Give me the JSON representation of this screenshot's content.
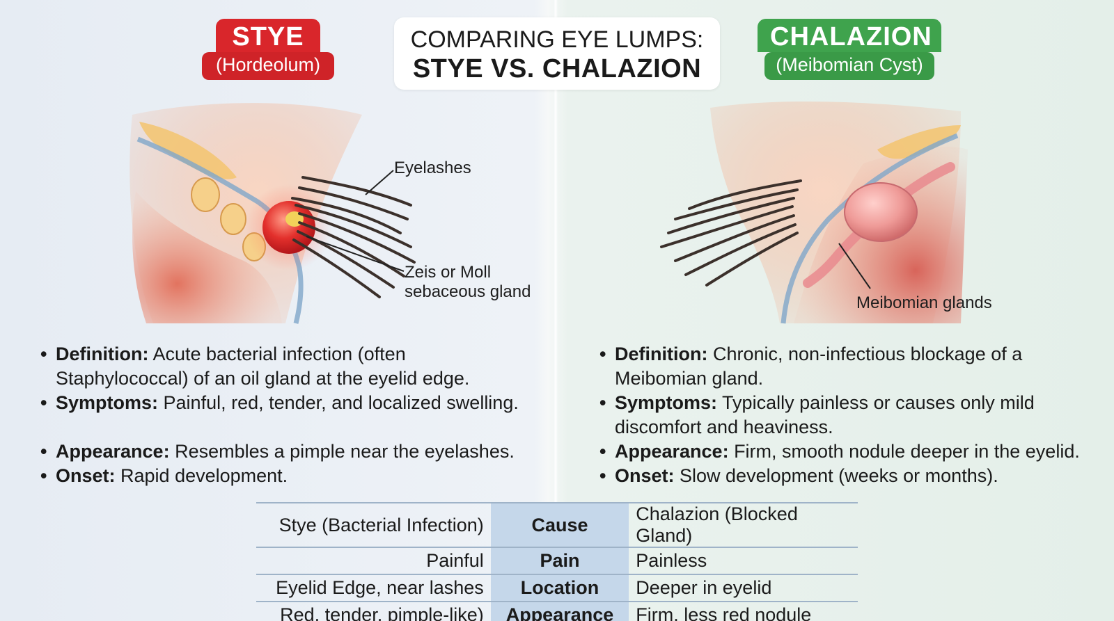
{
  "title": {
    "line1": "COMPARING EYE LUMPS:",
    "line2": "STYE VS. CHALAZION"
  },
  "stye": {
    "badge_title": "STYE",
    "badge_subtitle": "(Hordeolum)",
    "labels": {
      "eyelashes": "Eyelashes",
      "gland_line1": "Zeis or Moll",
      "gland_line2": "sebaceous gland"
    },
    "facts": [
      {
        "term": "Definition:",
        "text": " Acute bacterial infection (often Staphylococcal) of an oil gland at the eyelid edge."
      },
      {
        "term": "Symptoms:",
        "text": " Painful, red, tender, and localized swelling."
      },
      {
        "term": "Appearance:",
        "text": " Resembles a pimple near the eyelashes."
      },
      {
        "term": "Onset:",
        "text": " Rapid development."
      }
    ]
  },
  "chalazion": {
    "badge_title": "CHALAZION",
    "badge_subtitle": "(Meibomian Cyst)",
    "labels": {
      "glands": "Meibomian glands"
    },
    "facts": [
      {
        "term": "Definition:",
        "text": " Chronic, non-infectious blockage of a Meibomian gland."
      },
      {
        "term": "Symptoms:",
        "text": " Typically painless or causes only mild discomfort and heaviness."
      },
      {
        "term": "Appearance:",
        "text": " Firm, smooth nodule deeper in the eyelid."
      },
      {
        "term": "Onset:",
        "text": " Slow development (weeks or months)."
      }
    ]
  },
  "comparison": [
    {
      "stye": "Stye (Bacterial Infection)",
      "feature": "Cause",
      "chalazion": "Chalazion (Blocked Gland)"
    },
    {
      "stye": "Painful",
      "feature": "Pain",
      "chalazion": "Painless"
    },
    {
      "stye": "Eyelid Edge, near lashes",
      "feature": "Location",
      "chalazion": "Deeper in eyelid"
    },
    {
      "stye": "Red, tender, pimple-like)",
      "feature": "Appearance",
      "chalazion": "Firm, less red nodule"
    }
  ],
  "colors": {
    "stye_accent": "#d9262b",
    "chalazion_accent": "#3fa34d",
    "table_header": "#c5d7ea"
  }
}
